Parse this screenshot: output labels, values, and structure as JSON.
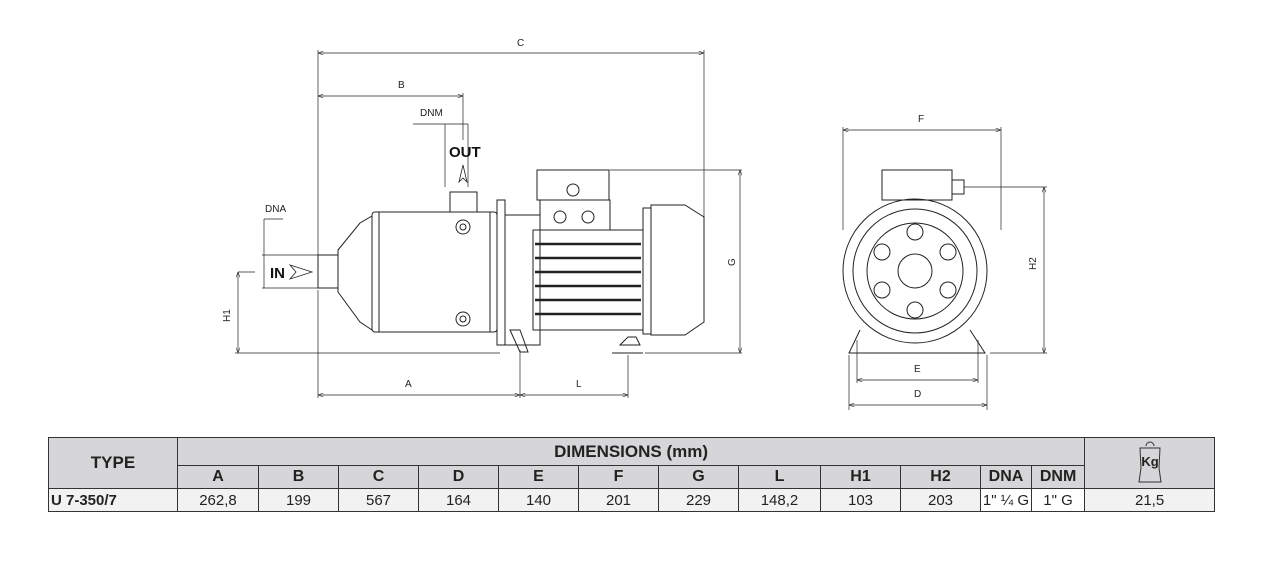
{
  "drawing": {
    "side_view": {
      "dim_labels": {
        "C": "C",
        "B": "B",
        "DNM": "DNM",
        "DNA": "DNA",
        "G": "G",
        "H1": "H1",
        "A": "A",
        "L": "L"
      },
      "in_label": "IN",
      "out_label": "OUT"
    },
    "front_view": {
      "dim_labels": {
        "F": "F",
        "H2": "H2",
        "E": "E",
        "D": "D"
      }
    }
  },
  "table": {
    "type_header": "TYPE",
    "dimensions_header": "DIMENSIONS (mm)",
    "weight_icon_label": "Kg",
    "columns": [
      "A",
      "B",
      "C",
      "D",
      "E",
      "F",
      "G",
      "L",
      "H1",
      "H2",
      "DNA",
      "DNM"
    ],
    "rows": [
      {
        "type": "U 7-350/7",
        "values": [
          "262,8",
          "199",
          "567",
          "164",
          "140",
          "201",
          "229",
          "148,2",
          "103",
          "203",
          "1\" ¼ G",
          "1\" G"
        ],
        "weight": "21,5"
      }
    ]
  }
}
